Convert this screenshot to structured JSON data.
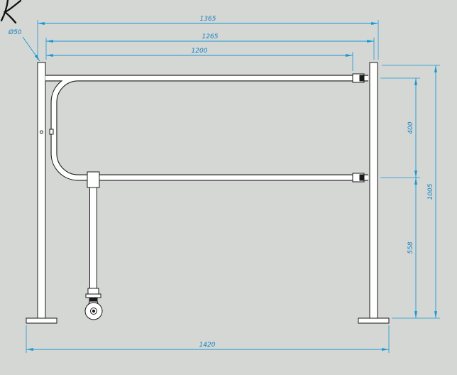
{
  "handwritten_mark": "K",
  "dimensions": {
    "width_overall_top": "1365",
    "width_mid": "1265",
    "width_gate": "1200",
    "post_diameter": "Ø50",
    "rail_spacing": "400",
    "lower_height": "558",
    "total_height": "1005",
    "base_width": "1420"
  },
  "colors": {
    "dimension_lines": "#1899d4",
    "dimension_text": "#1280c0",
    "drawing_lines": "#1a1a1a",
    "background": "#d5d7d4"
  }
}
